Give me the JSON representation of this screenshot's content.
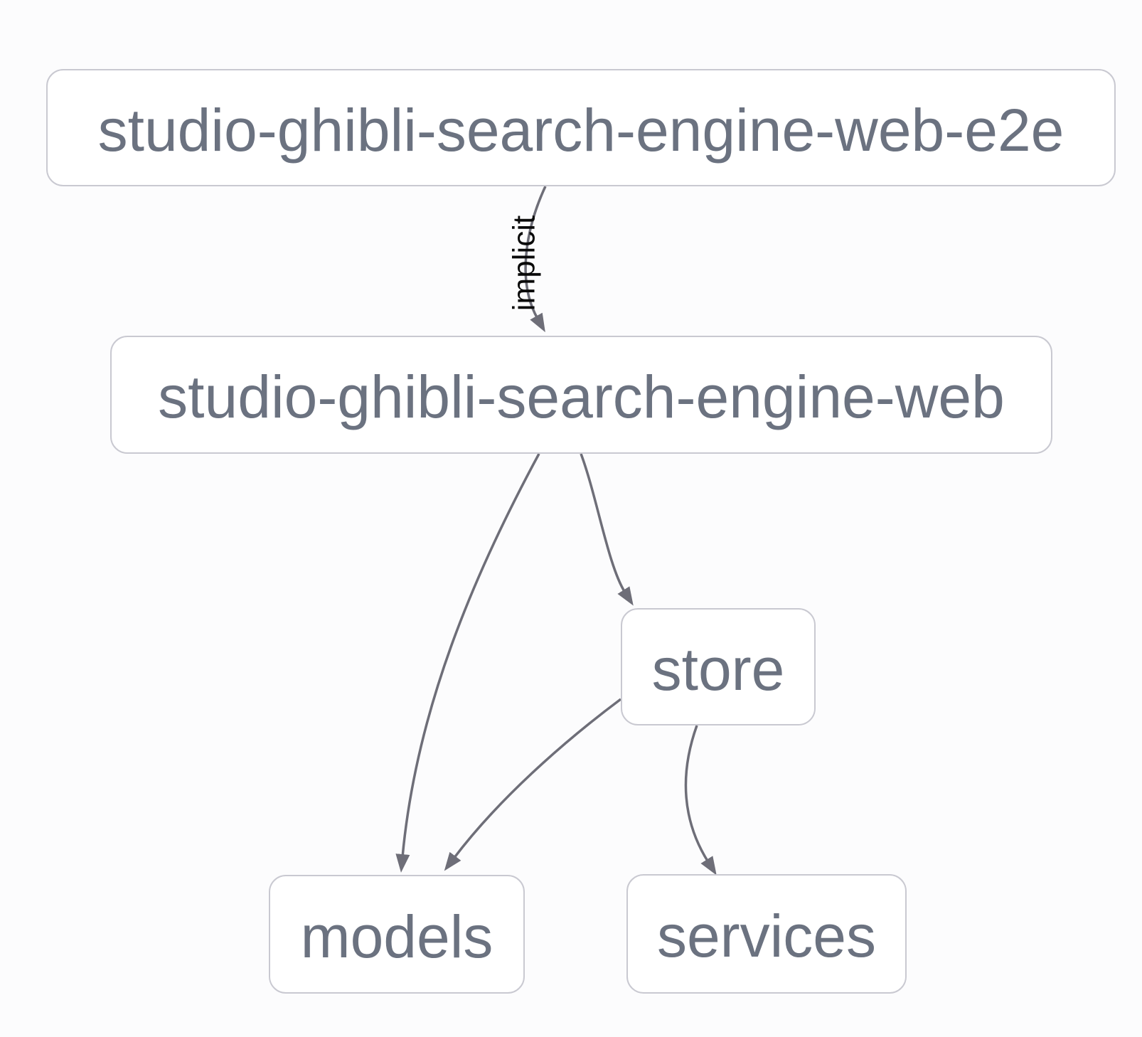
{
  "graph": {
    "colors": {
      "bg": "#fcfcfd",
      "node_fill": "#ffffff",
      "node_border": "#c9c9d1",
      "node_text": "#6b7280",
      "edge": "#6e6e78",
      "edge_label": "#0a0a0a"
    },
    "nodes": [
      {
        "id": "studio-ghibli-search-engine-web-e2e",
        "label": "studio-ghibli-search-engine-web-e2e"
      },
      {
        "id": "studio-ghibli-search-engine-web",
        "label": "studio-ghibli-search-engine-web"
      },
      {
        "id": "store",
        "label": "store"
      },
      {
        "id": "models",
        "label": "models"
      },
      {
        "id": "services",
        "label": "services"
      }
    ],
    "edges": [
      {
        "from": "studio-ghibli-search-engine-web-e2e",
        "to": "studio-ghibli-search-engine-web",
        "label": "implicit"
      },
      {
        "from": "studio-ghibli-search-engine-web",
        "to": "models"
      },
      {
        "from": "studio-ghibli-search-engine-web",
        "to": "store"
      },
      {
        "from": "store",
        "to": "models"
      },
      {
        "from": "store",
        "to": "services"
      }
    ]
  }
}
